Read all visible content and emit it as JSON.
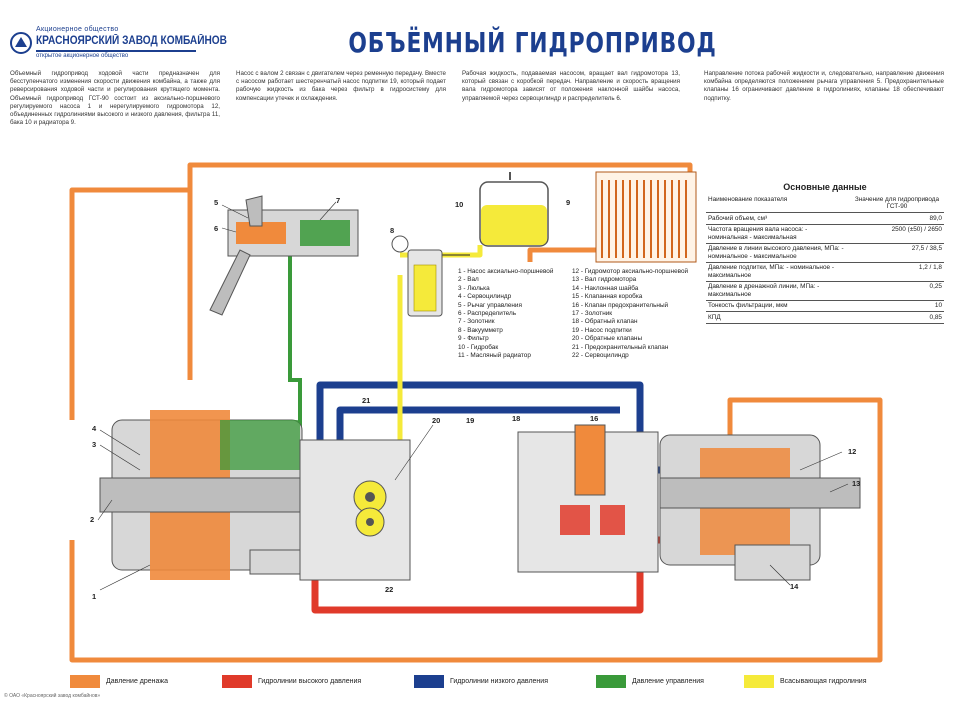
{
  "logo": {
    "top_text": "Акционерное общество",
    "main_text": "КРАСНОЯРСКИЙ ЗАВОД КОМБАЙНОВ",
    "bottom_text": "открытое акционерное общество"
  },
  "title": "ОБЪЁМНЫЙ ГИДРОПРИВОД",
  "description": [
    "Объемный гидропривод ходовой части предназначен для бесступенчатого изменения скорости движения комбайна, а также для реверсирования ходовой части и регулирования крутящего момента. Объемный гидропривод ГСТ-90 состоит из аксиально-поршневого регулируемого насоса 1 и нерегулируемого гидромотора 12, объединенных гидролиниями высокого и низкого давления, фильтра 11, бака 10 и радиатора 9.",
    "Насос с валом 2 связан с двигателем через ременную передачу. Вместе с насосом работает шестеренчатый насос подпитки 19, который подает рабочую жидкость из бака через фильтр в гидросистему для компенсации утечек и охлаждения.",
    "Рабочая жидкость, подаваемая насосом, вращает вал гидромотора 13, который связан с коробкой передач. Направление и скорость вращения вала гидромотора зависят от положения наклонной шайбы насоса, управляемой через сервоцилиндр и распределитель 6.",
    "Направление потока рабочей жидкости и, следовательно, направление движения комбайна определяются положением рычага управления 5. Предохранительные клапаны 16 ограничивают давление в гидролиниях, клапаны 18 обеспечивают подпитку."
  ],
  "spec": {
    "header": "Основные данные",
    "col_name": "Наименование показателя",
    "col_value": "Значение для гидропривода ГСТ-90",
    "rows": [
      {
        "name": "Рабочий объем, см³",
        "value": "89,0"
      },
      {
        "name": "Частота вращения вала насоса: - номинальная - максимальная",
        "value": "2500 (±50) / 2650"
      },
      {
        "name": "Давление в линии высокого давления, МПа: - номинальное - максимальное",
        "value": "27,5 / 38,5"
      },
      {
        "name": "Давление подпитки, МПа: - номинальное - максимальное",
        "value": "1,2 / 1,8"
      },
      {
        "name": "Давление в дренажной линии, МПа: - максимальное",
        "value": "0,25"
      },
      {
        "name": "Тонкость фильтрации, мкм",
        "value": "10"
      },
      {
        "name": "КПД",
        "value": "0,85"
      }
    ]
  },
  "parts": {
    "left": [
      "1 - Насос аксиально-поршневой",
      "2 - Вал",
      "3 - Люлька",
      "4 - Сервоцилиндр",
      "5 - Рычаг управления",
      "6 - Распределитель",
      "7 - Золотник",
      "8 - Вакуумметр",
      "9 - Фильтр",
      "10 - Гидробак",
      "11 - Масляный радиатор"
    ],
    "right": [
      "12 - Гидромотор аксиально-поршневой",
      "13 - Вал гидромотора",
      "14 - Наклонная шайба",
      "15 - Клапанная коробка",
      "16 - Клапан предохранительный",
      "17 - Золотник",
      "18 - Обратный клапан",
      "19 - Насос подпитки",
      "20 - Обратные клапаны",
      "21 - Предохранительный клапан",
      "22 - Сервоцилиндр"
    ]
  },
  "callouts": {
    "c1": "1",
    "c2": "2",
    "c3": "3",
    "c4": "4",
    "c5": "5",
    "c6": "6",
    "c7": "7",
    "c8": "8",
    "c9": "9",
    "c10": "10",
    "c12": "12",
    "c13": "13",
    "c14": "14",
    "c16": "16",
    "c18": "18",
    "c19": "19",
    "c20": "20",
    "c21": "21",
    "c22": "22"
  },
  "legend": [
    {
      "label": "Давление дренажа",
      "color": "#f08a3c"
    },
    {
      "label": "Гидролинии высокого давления",
      "color": "#e03a2a"
    },
    {
      "label": "Гидролинии низкого давления",
      "color": "#1c3f8f"
    },
    {
      "label": "Давление управления",
      "color": "#3a9a3a"
    },
    {
      "label": "Всасывающая гидролиния",
      "color": "#f5ea3a"
    }
  ],
  "footer": "© ОАО «Красноярский завод комбайнов»"
}
